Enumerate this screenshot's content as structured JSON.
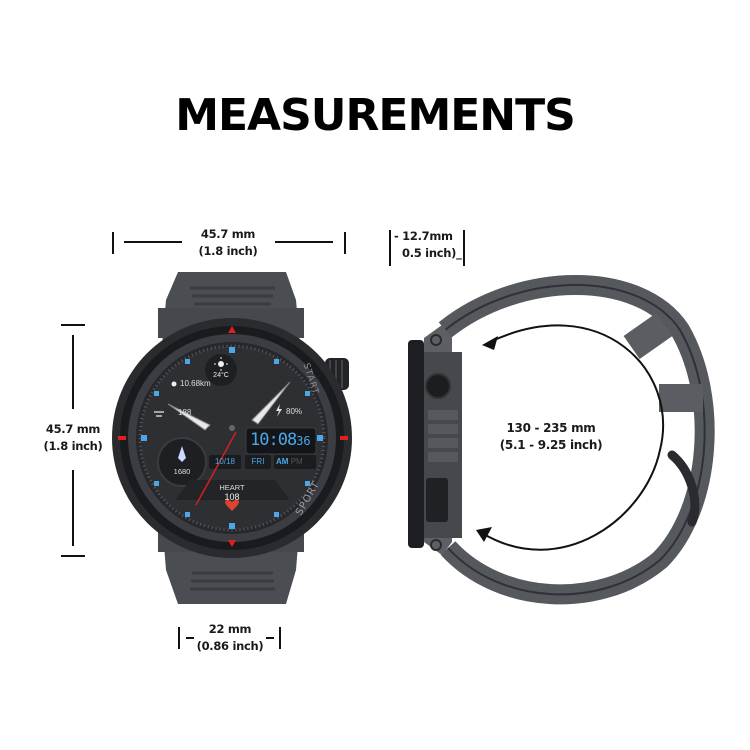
{
  "title": "MEASUREMENTS",
  "dimensions": {
    "width": {
      "mm": "45.7 mm",
      "inch": "(1.8 inch)"
    },
    "thickness": {
      "mm": "- 12.7mm",
      "inch": "0.5 inch)_"
    },
    "height": {
      "mm": "45.7 mm",
      "inch": "(1.8 inch)"
    },
    "strap_width": {
      "mm": "22 mm",
      "inch": "(0.86 inch)"
    },
    "wrist_range": {
      "mm": "130 - 235 mm",
      "inch": "(5.1 - 9.25 inch)"
    }
  },
  "watch_face": {
    "bezel_top": "START",
    "bezel_bottom": "SPORT",
    "weather_temp": "24°C",
    "distance": "10.68km",
    "steps": "188",
    "battery": "80%",
    "calories": "1680",
    "time_hm": "10:08",
    "time_s": "36",
    "date": "10/18",
    "weekday": "FRI",
    "am": "AM",
    "pm": "PM",
    "heart_label": "HEART",
    "heart_value": "108"
  },
  "colors": {
    "accent_blue": "#4aa8e8",
    "accent_red": "#e02020",
    "strap": "#4a4d52",
    "case": "#1c1d20"
  }
}
